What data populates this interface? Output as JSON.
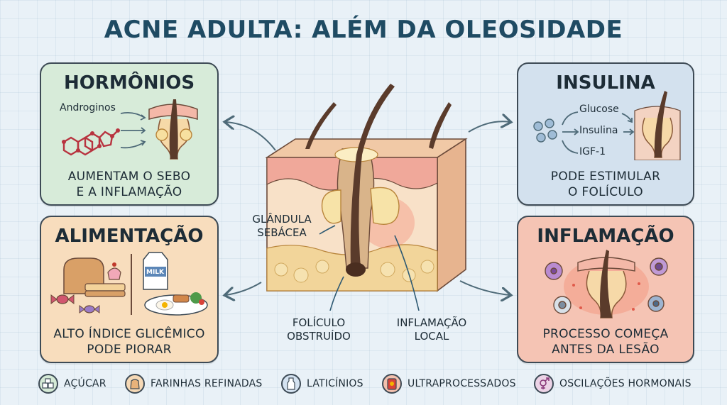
{
  "title": "ACNE ADULTA: ALÉM DA OLEOSIDADE",
  "panels": {
    "hormonios": {
      "title": "HORMÔNIOS",
      "label": "Androginos",
      "caption_line1": "AUMENTAM O SEBO",
      "caption_line2": "E A INFLAMAÇÃO",
      "color": "#d7ebd9"
    },
    "insulina": {
      "title": "INSULINA",
      "labels": [
        "Glucose",
        "Insulina",
        "IGF-1"
      ],
      "caption_line1": "PODE ESTIMULAR",
      "caption_line2": "O FOLÍCULO",
      "color": "#d3e1ee"
    },
    "alimentacao": {
      "title": "ALIMENTAÇÃO",
      "milk_label": "MILK",
      "caption_line1": "ALTO ÍNDICE GLICÊMICO",
      "caption_line2": "PODE PIORAR",
      "color": "#f8ddbd"
    },
    "inflamacao": {
      "title": "INFLAMAÇÃO",
      "caption_line1": "PROCESSO COMEÇA",
      "caption_line2": "ANTES DA LESÃO",
      "color": "#f5c4b4"
    }
  },
  "center": {
    "gland_line1": "GLÂNDULA",
    "gland_line2": "SEBÁCEA",
    "follicle_line1": "FOLÍCULO",
    "follicle_line2": "OBSTRUÍDO",
    "inflammation_line1": "INFLAMAÇÃO",
    "inflammation_line2": "LOCAL"
  },
  "legend": [
    {
      "label": "AÇÚCAR",
      "icon": "sugar-cubes-icon",
      "color": "#d5ead6"
    },
    {
      "label": "FARINHAS REFINADAS",
      "icon": "flour-bag-icon",
      "color": "#f6d9b6"
    },
    {
      "label": "LATICÍNIOS",
      "icon": "milk-bottle-icon",
      "color": "#d4e2f0"
    },
    {
      "label": "ULTRAPROCESSADOS",
      "icon": "processed-food-icon",
      "color": "#f3c0ad"
    },
    {
      "label": "OSCILAÇÕES HORMONAIS",
      "icon": "gender-symbol-icon",
      "color": "#ecd3e6"
    }
  ]
}
